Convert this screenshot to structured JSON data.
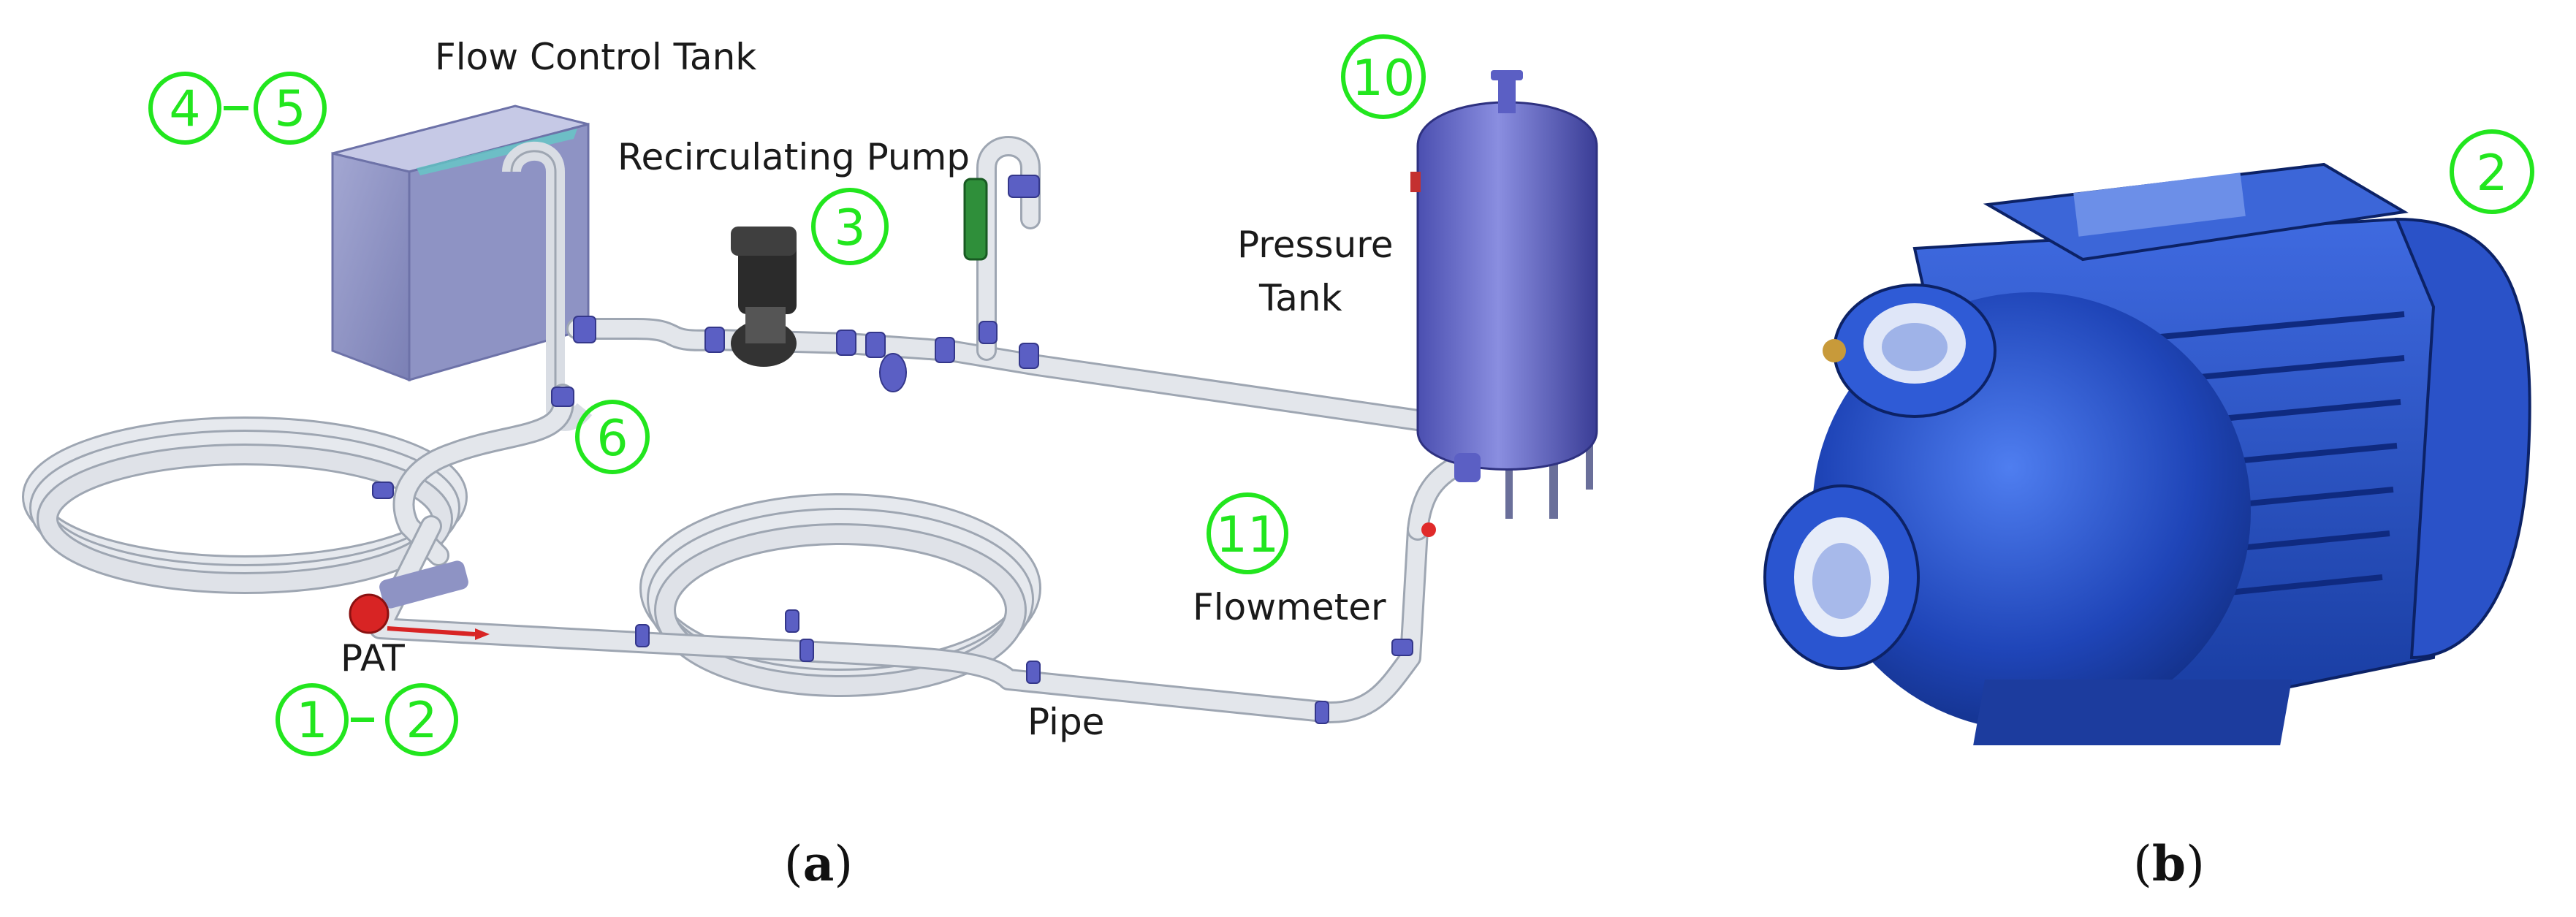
{
  "colors": {
    "marker": "#22e61e",
    "pipe": "#d9dde4",
    "pipe_edge": "#9ea6b2",
    "fitting": "#5b5fc4",
    "tank": "#6b6fcf",
    "box": "#8b90c2",
    "valve": "#e02a2a",
    "pump_body": "#2b55c9"
  },
  "labels": {
    "flow_control_tank": "Flow Control Tank",
    "recirculating_pump": "Recirculating Pump",
    "pressure": "Pressure",
    "tank": "Tank",
    "flowmeter": "Flowmeter",
    "pat": "PAT",
    "pipe": "Pipe"
  },
  "markers": {
    "m4": "4",
    "m5": "5",
    "m3": "3",
    "m10": "10",
    "m6": "6",
    "m11": "11",
    "m1": "1",
    "m2": "2",
    "m2b": "2"
  },
  "captions": {
    "a_open": "(",
    "a_letter": "a",
    "a_close": ")",
    "b_open": "(",
    "b_letter": "b",
    "b_close": ")"
  }
}
